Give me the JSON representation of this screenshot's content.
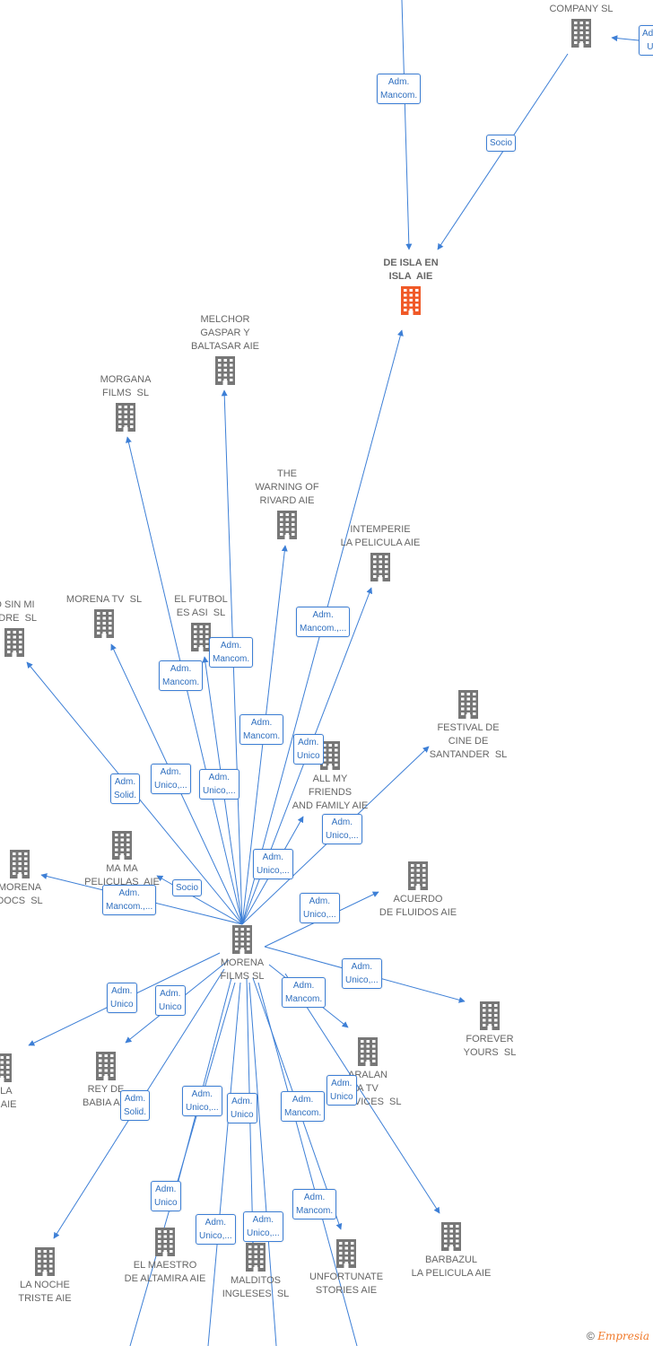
{
  "diagram": {
    "edge_color": "#3d7fd6",
    "icon_color": "#777777",
    "focus_icon_color": "#f05a28",
    "nodes": [
      {
        "id": "company",
        "label": "COMPANY SL",
        "icon": "building-icon"
      },
      {
        "id": "isla",
        "label": "DE ISLA EN\nISLA  AIE",
        "icon": "building-icon",
        "focus": true
      },
      {
        "id": "melchor",
        "label": "MELCHOR\nGASPAR Y\nBALTASAR AIE",
        "icon": "building-icon"
      },
      {
        "id": "morgana",
        "label": "MORGANA\nFILMS  SL",
        "icon": "building-icon"
      },
      {
        "id": "warning",
        "label": "THE\nWARNING OF\nRIVARD AIE",
        "icon": "building-icon"
      },
      {
        "id": "intemperie",
        "label": "INTEMPERIE\nLA PELICULA AIE",
        "icon": "building-icon"
      },
      {
        "id": "sinmi",
        "label": "O SIN MI\nADRE  SL",
        "icon": "building-icon"
      },
      {
        "id": "morenatv",
        "label": "MORENA TV  SL",
        "icon": "building-icon"
      },
      {
        "id": "futbol",
        "label": "EL FUTBOL\nES ASI  SL",
        "icon": "building-icon"
      },
      {
        "id": "festival",
        "label": "FESTIVAL DE\nCINE DE\nSANTANDER  SL",
        "icon": "building-icon"
      },
      {
        "id": "allmy",
        "label": "ALL MY\nFRIENDS\nAND FAMILY AIE",
        "icon": "building-icon"
      },
      {
        "id": "mama",
        "label": "MA MA\nPELICULAS  AIE",
        "icon": "building-icon"
      },
      {
        "id": "morenadocs",
        "label": "MORENA\nDOCS  SL",
        "icon": "building-icon"
      },
      {
        "id": "acuerdo",
        "label": "ACUERDO\nDE FLUIDOS AIE",
        "icon": "building-icon"
      },
      {
        "id": "morenafilms",
        "label": "MORENA\nFILMS SL",
        "icon": "building-icon"
      },
      {
        "id": "forever",
        "label": "FOREVER\nYOURS  SL",
        "icon": "building-icon"
      },
      {
        "id": "zla",
        "label": "Z LA\nLA AIE",
        "icon": "building-icon"
      },
      {
        "id": "rey",
        "label": "REY DE\nBABIA AIE",
        "icon": "building-icon"
      },
      {
        "id": "tv",
        "label": "ARALAN\nA TV\nSERVICES  SL",
        "icon": "building-icon"
      },
      {
        "id": "noche",
        "label": "LA NOCHE\nTRISTE AIE",
        "icon": "building-icon"
      },
      {
        "id": "maestro",
        "label": "EL MAESTRO\nDE ALTAMIRA AIE",
        "icon": "building-icon"
      },
      {
        "id": "malditos",
        "label": "MALDITOS\nINGLESES  SL",
        "icon": "building-icon"
      },
      {
        "id": "unfortunate",
        "label": "UNFORTUNATE\nSTORIES AIE",
        "icon": "building-icon"
      },
      {
        "id": "barbazul",
        "label": "BARBAZUL\nLA PELICULA AIE",
        "icon": "building-icon"
      }
    ],
    "relations": [
      "Adm.\nMancom.",
      "Socio",
      "Adm.\nUn",
      "Adm.\nMancom.,...",
      "Adm.\nMancom.",
      "Adm.\nMancom.",
      "Adm.\nMancom.",
      "Adm.\nUnico",
      "Adm.\nSolid.",
      "Adm.\nUnico,...",
      "Adm.\nUnico,...",
      "Adm.\nUnico,...",
      "Adm.\nUnico,...",
      "Socio",
      "Adm.\nMancom.,...",
      "Adm.\nUnico,...",
      "Adm.\nUnico,...",
      "Adm.\nUnico",
      "Adm.\nUnico",
      "Adm.\nMancom.",
      "Adm.\nUnico",
      "Adm.\nSolid.",
      "Adm.\nUnico,...",
      "Adm.\nUnico",
      "Adm.\nMancom.",
      "Adm.\nUnico",
      "Adm.\nMancom.",
      "Adm.\nUnico,...",
      "Adm.\nUnico,..."
    ]
  },
  "footer": {
    "copyright_symbol": "©",
    "brand": "Empresia"
  }
}
